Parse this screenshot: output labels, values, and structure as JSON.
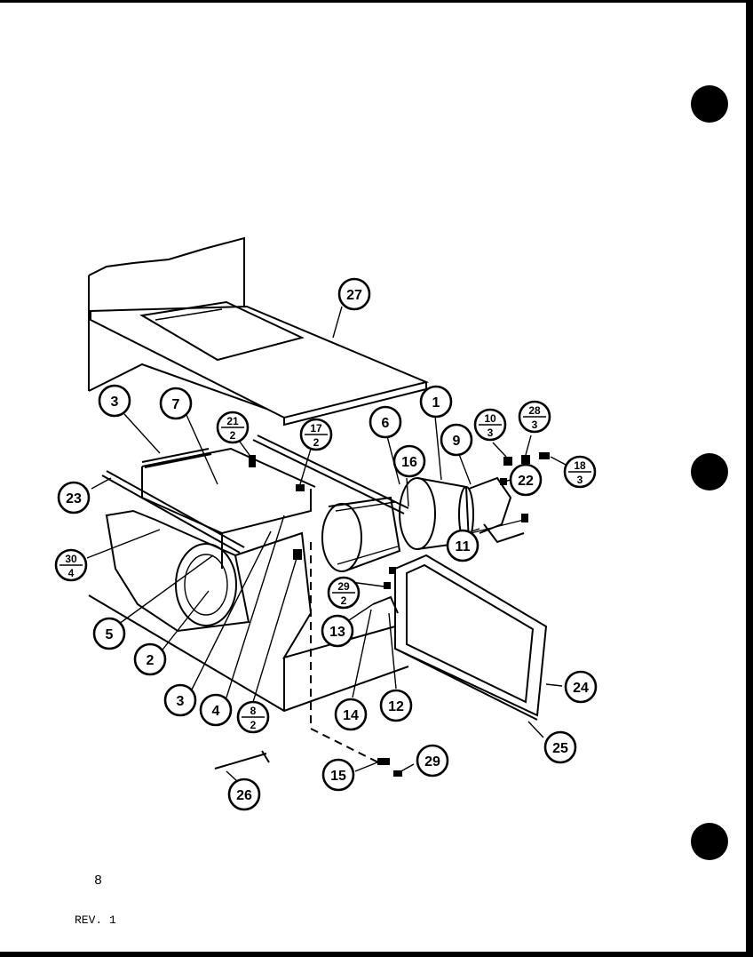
{
  "page": {
    "number": "8",
    "revision": "REV. 1"
  },
  "callouts": [
    {
      "id": "27",
      "top": "27"
    },
    {
      "id": "3a",
      "top": "3"
    },
    {
      "id": "7",
      "top": "7"
    },
    {
      "id": "21-2",
      "top": "21",
      "bottom": "2"
    },
    {
      "id": "17-2",
      "top": "17",
      "bottom": "2"
    },
    {
      "id": "6",
      "top": "6"
    },
    {
      "id": "1",
      "top": "1"
    },
    {
      "id": "10-3",
      "top": "10",
      "bottom": "3"
    },
    {
      "id": "28-3",
      "top": "28",
      "bottom": "3"
    },
    {
      "id": "9",
      "top": "9"
    },
    {
      "id": "18-3",
      "top": "18",
      "bottom": "3"
    },
    {
      "id": "16",
      "top": "16"
    },
    {
      "id": "22",
      "top": "22"
    },
    {
      "id": "23",
      "top": "23"
    },
    {
      "id": "11",
      "top": "11"
    },
    {
      "id": "30-4",
      "top": "30",
      "bottom": "4"
    },
    {
      "id": "29-2",
      "top": "29",
      "bottom": "2"
    },
    {
      "id": "13",
      "top": "13"
    },
    {
      "id": "5",
      "top": "5"
    },
    {
      "id": "2",
      "top": "2"
    },
    {
      "id": "24",
      "top": "24"
    },
    {
      "id": "3b",
      "top": "3"
    },
    {
      "id": "4",
      "top": "4"
    },
    {
      "id": "8-2",
      "top": "8",
      "bottom": "2"
    },
    {
      "id": "14",
      "top": "14"
    },
    {
      "id": "12",
      "top": "12"
    },
    {
      "id": "25",
      "top": "25"
    },
    {
      "id": "29",
      "top": "29"
    },
    {
      "id": "15",
      "top": "15"
    },
    {
      "id": "26",
      "top": "26"
    }
  ]
}
